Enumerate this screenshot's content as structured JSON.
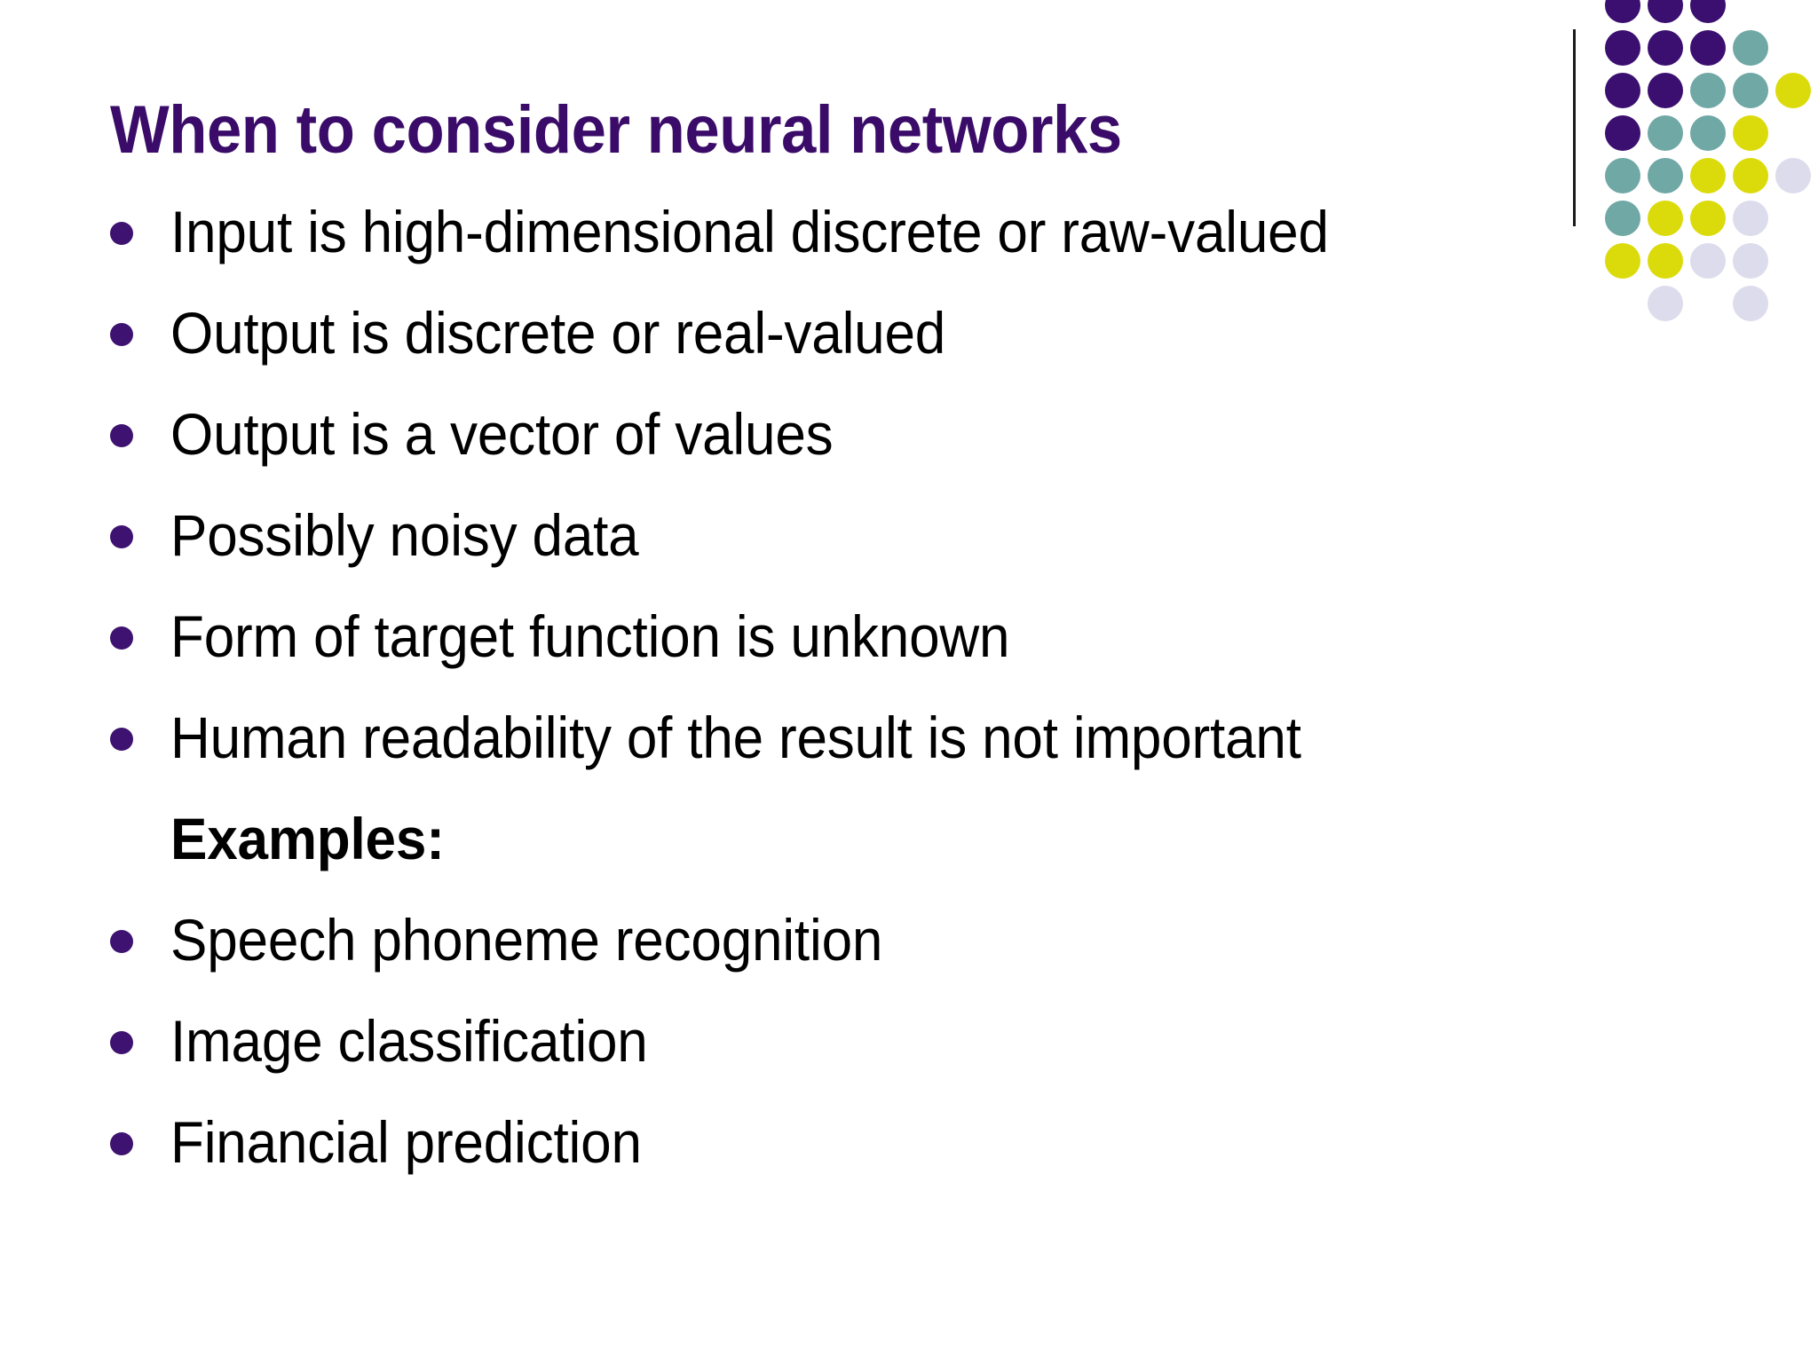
{
  "slide": {
    "background_color": "#ffffff",
    "title": "When to consider neural networks",
    "title_color": "#3a0b68",
    "bullet_color": "#3e1270",
    "body_text_color": "#000000"
  },
  "content": {
    "items": [
      {
        "text": "Input is high-dimensional discrete or raw-valued",
        "kind": "bullet"
      },
      {
        "text": "Output is discrete or real-valued",
        "kind": "bullet"
      },
      {
        "text": "Output is a vector of values",
        "kind": "bullet"
      },
      {
        "text": "Possibly noisy data",
        "kind": "bullet"
      },
      {
        "text": "Form of target function is unknown",
        "kind": "bullet"
      },
      {
        "text": "Human readability of the result is not important",
        "kind": "bullet"
      },
      {
        "text": "Examples:",
        "kind": "heading"
      },
      {
        "text": "Speech phoneme recognition",
        "kind": "bullet"
      },
      {
        "text": "Image classification",
        "kind": "bullet"
      },
      {
        "text": "Financial prediction",
        "kind": "bullet"
      }
    ]
  },
  "decoration": {
    "name": "dot-matrix-logo",
    "divider_color": "#1b1b1b",
    "palette": {
      "purple": "#3b0f6f",
      "teal": "#6fa8a5",
      "yellow": "#dbdb0c",
      "lavender": "#dcdcec"
    },
    "grid": [
      [
        "purple",
        "purple",
        "purple",
        null,
        null
      ],
      [
        "purple",
        "purple",
        "purple",
        "teal",
        null
      ],
      [
        "purple",
        "purple",
        "teal",
        "teal",
        "yellow"
      ],
      [
        "purple",
        "teal",
        "teal",
        "yellow",
        null
      ],
      [
        "teal",
        "teal",
        "yellow",
        "yellow",
        "lavender"
      ],
      [
        "teal",
        "yellow",
        "yellow",
        "lavender",
        null
      ],
      [
        "yellow",
        "yellow",
        "lavender",
        "lavender",
        null
      ],
      [
        null,
        "lavender",
        null,
        "lavender",
        null
      ]
    ],
    "cell_size": 48,
    "dot_size": 40
  }
}
